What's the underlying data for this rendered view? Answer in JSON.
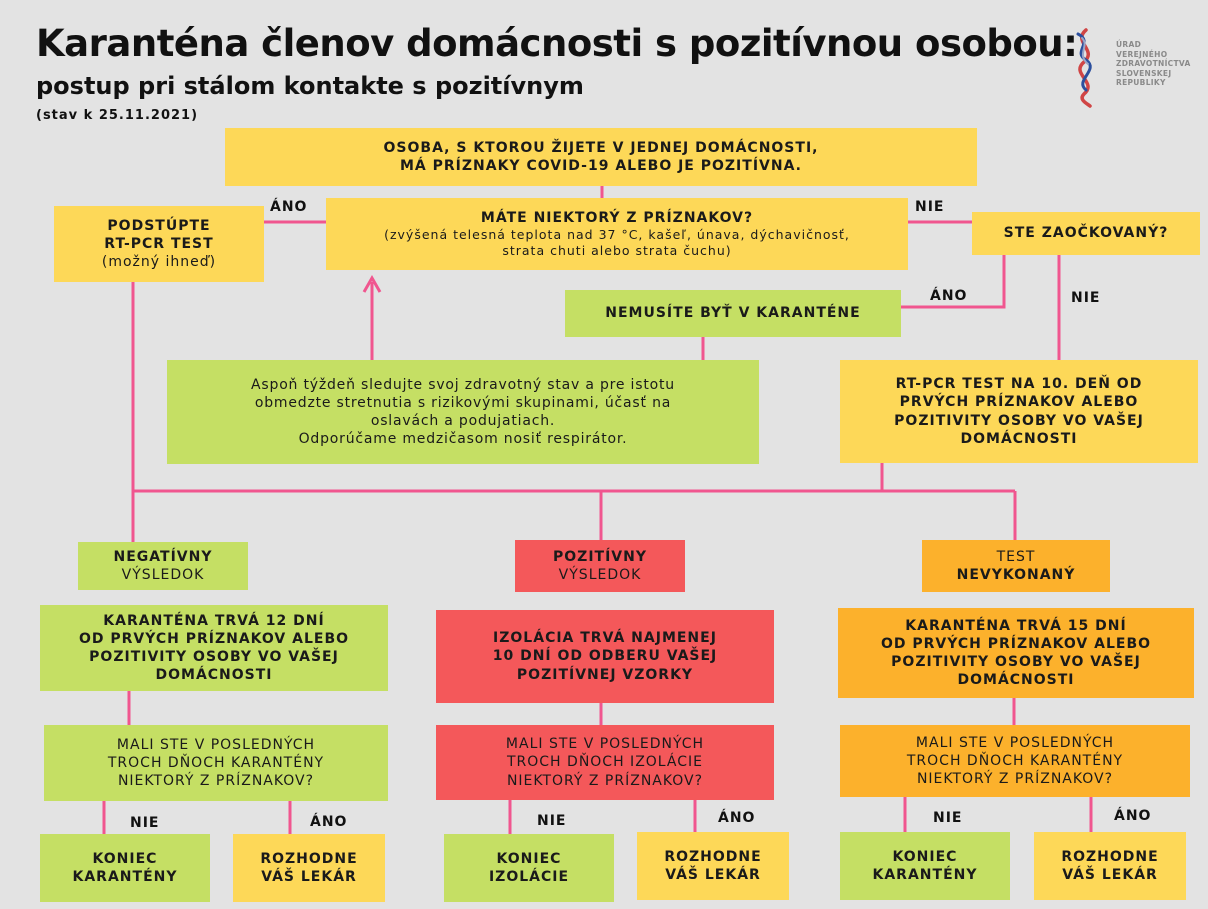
{
  "header": {
    "title": "Karanténa členov domácnosti s pozitívnou osobou:",
    "subtitle": "postup pri stálom kontakte s pozitívnym",
    "status": "(stav k 25.11.2021)"
  },
  "logo": {
    "lines": [
      "ÚRAD",
      "VEREJNÉHO",
      "ZDRAVOTNÍCTVA",
      "SLOVENSKEJ",
      "REPUBLIKY"
    ]
  },
  "colors": {
    "background": "#e3e3e3",
    "yellow": "#fdd858",
    "green": "#c5df64",
    "red": "#f4585a",
    "orange": "#fcb12c",
    "connector": "#f0568f"
  },
  "nodes": {
    "start": {
      "line1": "OSOBA, S KTOROU ŽIJETE V JEDNEJ DOMÁCNOSTI,",
      "line2": "MÁ PRÍZNAKY COVID-19 ALEBO JE POZITÍVNA."
    },
    "symptoms": {
      "line1": "MÁTE NIEKTORÝ Z PRÍZNAKOV?",
      "line2": "(zvýšená telesná teplota nad 37 °C, kašeľ, únava, dýchavičnosť,",
      "line3": "strata chuti alebo strata čuchu)"
    },
    "rtpcr_now": {
      "line1": "PODSTÚPTE",
      "line2": "RT-PCR TEST",
      "line3": "(možný ihneď)"
    },
    "vaccinated": {
      "line1": "STE ZAOČKOVANÝ?"
    },
    "no_quarantine": {
      "line1": "NEMUSÍTE BYŤ V KARANTÉNE"
    },
    "monitor": {
      "line1": "Aspoň týždeň sledujte svoj zdravotný stav a pre istotu",
      "line2": "obmedzte stretnutia s rizikovými skupinami, účasť na",
      "line3": "oslavách a podujatiach.",
      "line4": "Odporúčame medzičasom nosiť respirátor."
    },
    "rtpcr_day10": {
      "line1": "RT-PCR TEST NA 10. DEŇ OD",
      "line2": "PRVÝCH PRÍZNAKOV ALEBO",
      "line3": "POZITIVITY OSOBY VO VAŠEJ",
      "line4": "DOMÁCNOSTI"
    },
    "negative": {
      "line1": "NEGATÍVNY",
      "line2": "VÝSLEDOK"
    },
    "positive": {
      "line1": "POZITÍVNY",
      "line2": "VÝSLEDOK"
    },
    "not_done": {
      "line1": "TEST",
      "line2": "NEVYKONANÝ"
    },
    "q12": {
      "line1": "KARANTÉNA TRVÁ 12 DNÍ",
      "line2": "OD PRVÝCH PRÍZNAKOV ALEBO",
      "line3": "POZITIVITY OSOBY VO VAŠEJ",
      "line4": "DOMÁCNOSTI"
    },
    "isolation": {
      "line1": "IZOLÁCIA TRVÁ NAJMENEJ",
      "line2": "10 DNÍ OD ODBERU VAŠEJ",
      "line3": "POZITÍVNEJ VZORKY"
    },
    "q15": {
      "line1": "KARANTÉNA TRVÁ 15 DNÍ",
      "line2": "OD PRVÝCH PRÍZNAKOV ALEBO",
      "line3": "POZITIVITY OSOBY VO VAŠEJ",
      "line4": "DOMÁCNOSTI"
    },
    "ask_left": {
      "line1": "MALI STE V POSLEDNÝCH",
      "line2": "TROCH DŇOCH KARANTÉNY",
      "line3": "NIEKTORÝ Z PRÍZNAKOV?"
    },
    "ask_mid": {
      "line1": "MALI STE V POSLEDNÝCH",
      "line2": "TROCH DŇOCH IZOLÁCIE",
      "line3": "NIEKTORÝ Z PRÍZNAKOV?"
    },
    "ask_right": {
      "line1": "MALI STE V POSLEDNÝCH",
      "line2": "TROCH DŇOCH KARANTÉNY",
      "line3": "NIEKTORÝ Z PRÍZNAKOV?"
    },
    "end_q_left": {
      "line1": "KONIEC",
      "line2": "KARANTÉNY"
    },
    "doctor_left": {
      "line1": "ROZHODNE",
      "line2": "VÁŠ LEKÁR"
    },
    "end_isolation": {
      "line1": "KONIEC",
      "line2": "IZOLÁCIE"
    },
    "doctor_mid": {
      "line1": "ROZHODNE",
      "line2": "VÁŠ LEKÁR"
    },
    "end_q_right": {
      "line1": "KONIEC",
      "line2": "KARANTÉNY"
    },
    "doctor_right": {
      "line1": "ROZHODNE",
      "line2": "VÁŠ LEKÁR"
    }
  },
  "edge_labels": {
    "yes_rtpcr": "ÁNO",
    "no_vaccinated": "NIE",
    "yes_vaccinated": "ÁNO",
    "no_not_vaccinated": "NIE",
    "left_no": "NIE",
    "left_yes": "ÁNO",
    "mid_no": "NIE",
    "mid_yes": "ÁNO",
    "right_no": "NIE",
    "right_yes": "ÁNO"
  }
}
